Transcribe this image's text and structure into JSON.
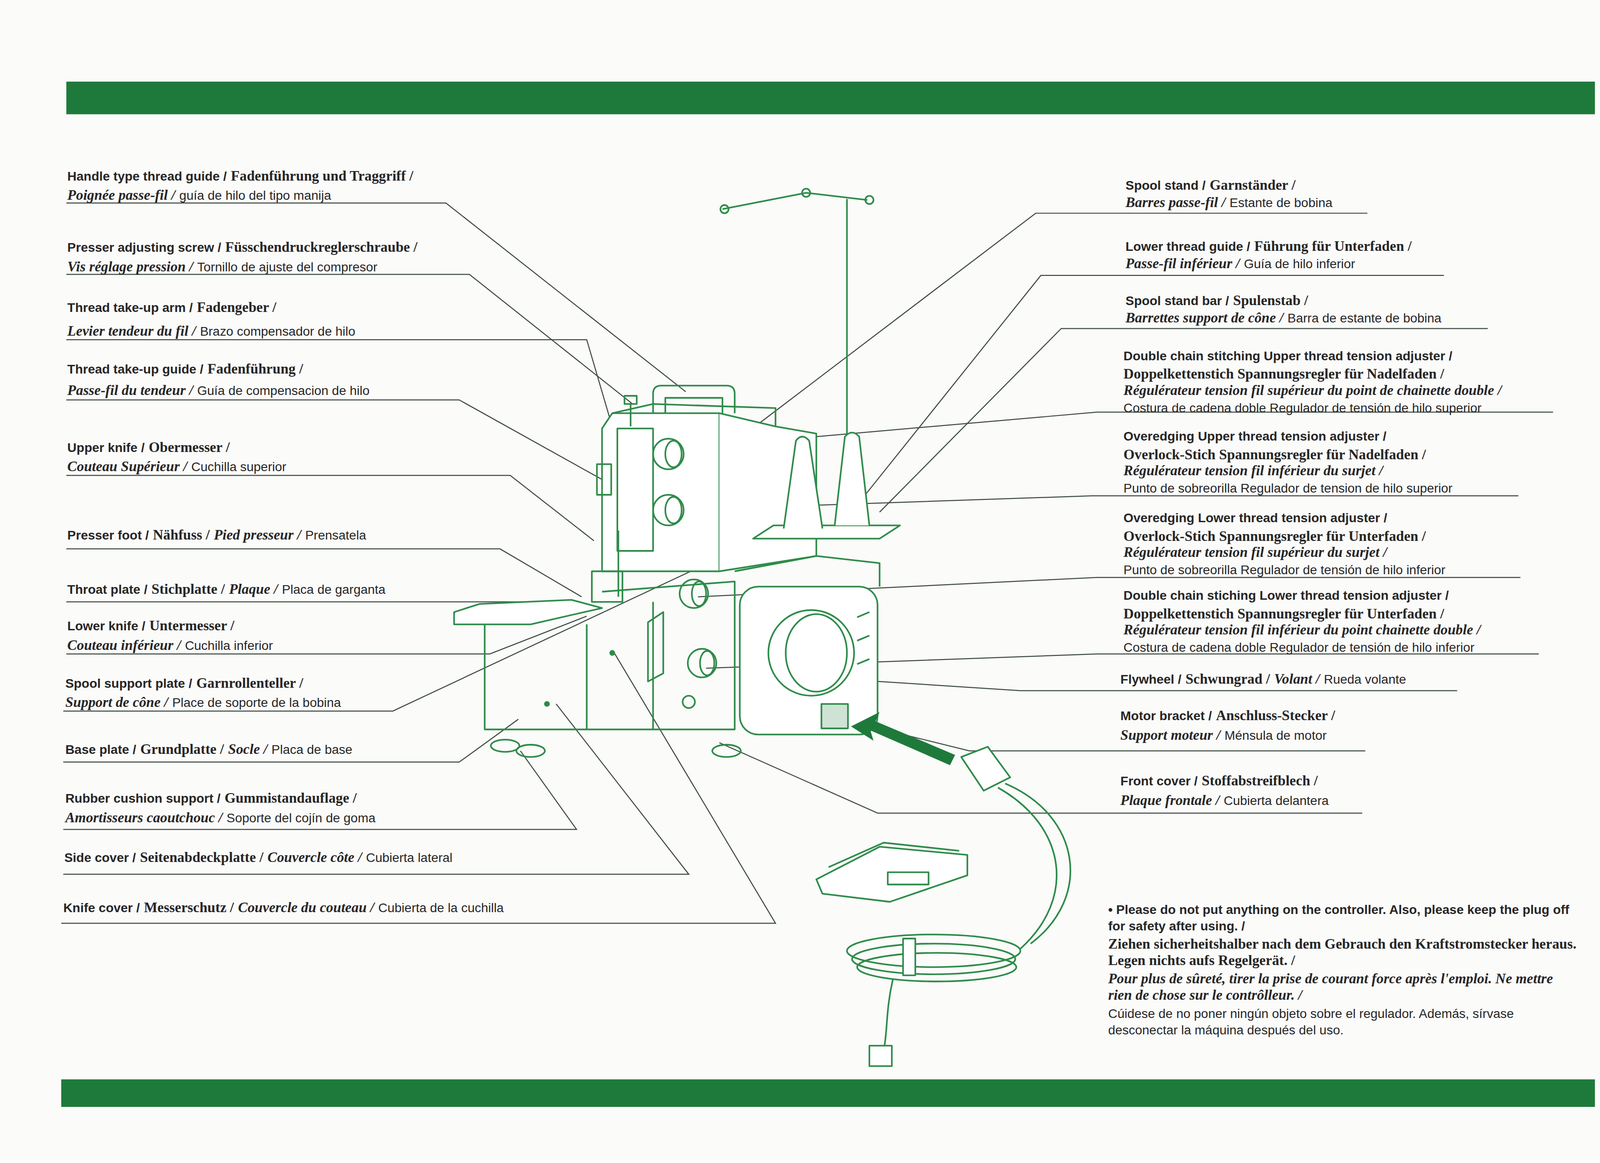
{
  "diagram": {
    "labels": [
      "Handle type thread guide /",
      "Fadenführung und Traggriff /",
      "Poignée passe-fil /",
      "guía de hilo del tipo manija",
      "Presser adjusting screw /",
      "Füsschendruckreglerschraube /",
      "Vis réglage pression /",
      "Tornillo de ajuste del compresor",
      "Thread take-up arm /",
      "Fadengeber /",
      "Levier tendeur du fil /",
      "Brazo compensador de hilo",
      "Thread take-up guide /",
      "Fadenführung /",
      "Passe-fil du tendeur /",
      "Guía de compensacion de hilo",
      "Upper knife /",
      "Obermesser /",
      "Couteau Supérieur /",
      "Cuchilla superior",
      "Presser foot /",
      "Nähfuss /",
      "Pied presseur /",
      "Prensatela",
      "Throat plate /",
      "Stichplatte /",
      "Plaque /",
      "Placa de garganta",
      "Lower knife /",
      "Untermesser /",
      "Couteau inférieur /",
      "Cuchilla inferior",
      "Spool support plate /",
      "Garnrollenteller /",
      "Support de cône /",
      "Place de soporte de la bobina",
      "Base plate /",
      "Grundplatte /",
      "Socle /",
      "Placa de base",
      "Rubber cushion support /",
      "Gummistandauflage /",
      "Amortisseurs caoutchouc /",
      "Soporte del cojín de goma",
      "Side cover /",
      "Seitenabdeckplatte /",
      "Couvercle côte /",
      "Cubierta lateral",
      "Knife cover /",
      "Messerschutz /",
      "Couvercle du couteau /",
      "Cubierta de la cuchilla",
      "Spool stand /",
      "Garnständer /",
      "Barres passe-fil /",
      "Estante de bobina",
      "Lower thread guide /",
      "Führung für Unterfaden /",
      "Passe-fil inférieur /",
      "Guía de hilo inferior",
      "Spool stand bar /",
      "Spulenstab /",
      "Barrettes support de cône /",
      "Barra de estante de bobina",
      "Double chain stitching Upper thread tension adjuster /",
      "Doppelkettenstich Spannungsregler für Nadelfaden /",
      "Régulérateur tension fil supérieur du point de chainette double /",
      "Costura de cadena doble Regulador de tensión de hilo superior",
      "Overedging Upper thread tension adjuster /",
      "Overlock-Stich Spannungsregler für Nadelfaden /",
      "Régulérateur tension fil inférieur du surjet /",
      "Punto de sobreorilla Regulador de tension de hilo superior",
      "Overedging Lower thread tension adjuster /",
      "Overlock-Stich Spannungsregler für Unterfaden /",
      "Régulérateur tension fil supérieur du surjet /",
      "Punto de sobreorilla Regulador de tensión de hilo inferior",
      "Double chain stiching Lower thread tension adjuster /",
      "Doppelkettenstich Spannungsregler für Unterfaden /",
      "Régulérateur tension fil inférieur du point chainette double /",
      "Costura de cadena doble Regulador de tensión de hilo inferior",
      "Flywheel /",
      "Schwungrad /",
      "Volant /",
      "Rueda volante",
      "Motor bracket /",
      "Anschluss-Stecker /",
      "Support moteur /",
      "Ménsula de motor",
      "Front cover /",
      "Stoffabstreifblech /",
      "Plaque frontale /",
      "Cubierta delantera",
      "• Please do not put anything on the controller. Also, please keep the plug off for safety after using. /",
      "Ziehen sicherheitshalber nach dem Gebrauch den Kraftstromstecker heraus. Legen nichts aufs Regelgerät. /",
      "Pour plus de sûreté, tirer la prise de courant force après l'emploi. Ne mettre rien de chose sur le contrôlleur. /",
      "Cúidese de no poner ningún objeto sobre el regulador. Además, sírvase desconectar la máquina después del uso."
    ]
  }
}
